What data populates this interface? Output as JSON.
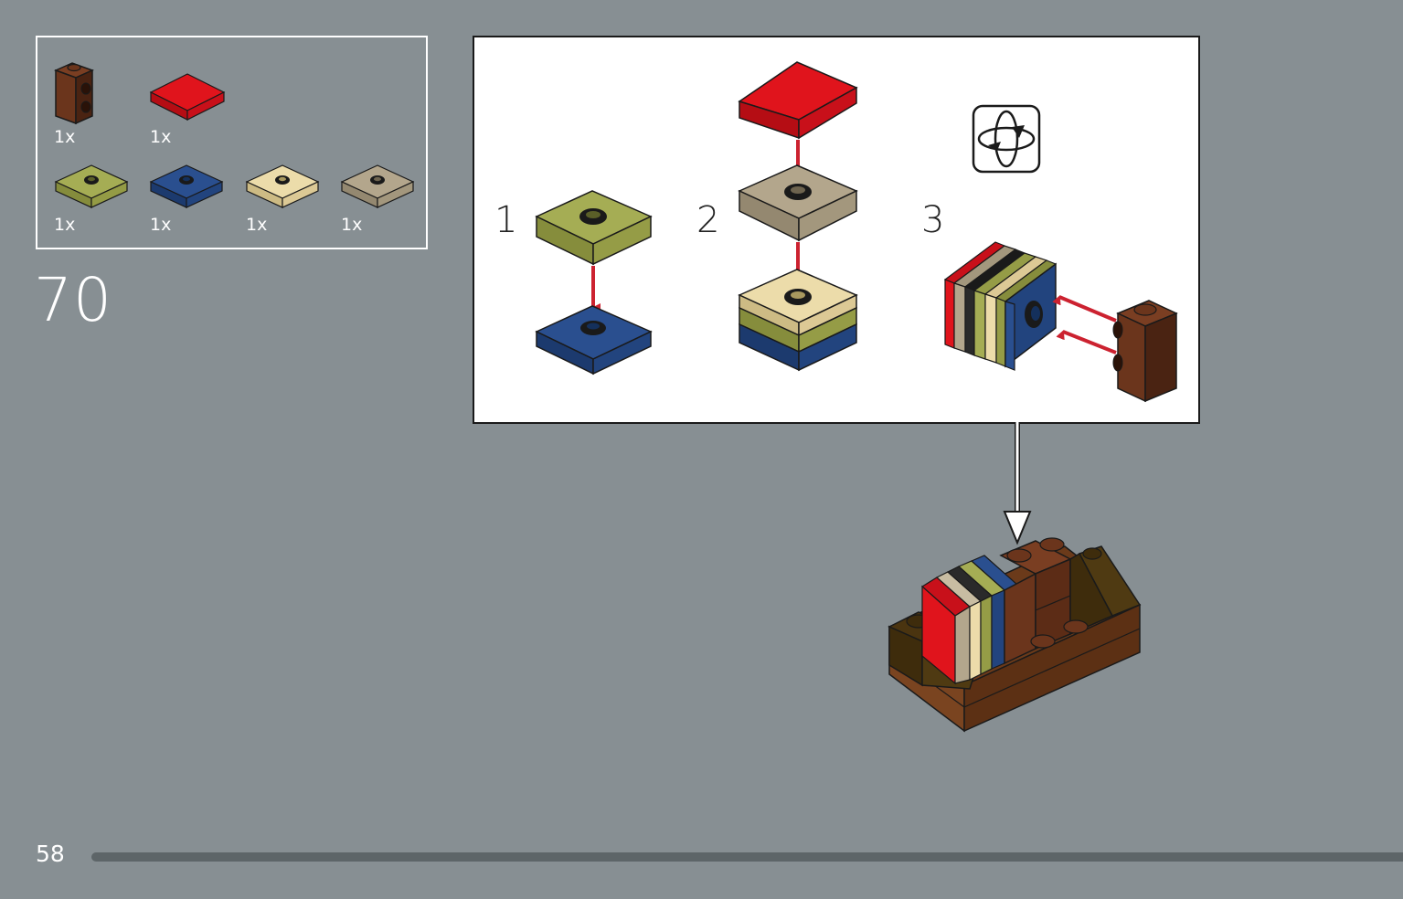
{
  "parts_list": {
    "items": [
      {
        "name": "brick-1x1-side-studs",
        "color": "#5a2d1a",
        "qty": "1x"
      },
      {
        "name": "tile-2x2-red",
        "color": "#d8141c",
        "qty": "1x"
      },
      {
        "name": "plate-2x2-jumper-olive",
        "color": "#9aa24a",
        "qty": "1x"
      },
      {
        "name": "plate-2x2-jumper-blue",
        "color": "#234580",
        "qty": "1x"
      },
      {
        "name": "plate-2x2-jumper-tan",
        "color": "#e3d39c",
        "qty": "1x"
      },
      {
        "name": "plate-2x2-jumper-dark-tan",
        "color": "#a89a80",
        "qty": "1x"
      }
    ]
  },
  "step": {
    "number": "70"
  },
  "callout": {
    "substeps": [
      {
        "number": "1"
      },
      {
        "number": "2"
      },
      {
        "number": "3"
      }
    ],
    "rotate_icon": "rotate-model-icon"
  },
  "footer": {
    "page_number": "58",
    "progress": 1.0
  },
  "colors": {
    "background": "#878f93",
    "arrow": "#cc2230",
    "brown": "#5a2d1a",
    "dark_brown": "#4a3410"
  }
}
